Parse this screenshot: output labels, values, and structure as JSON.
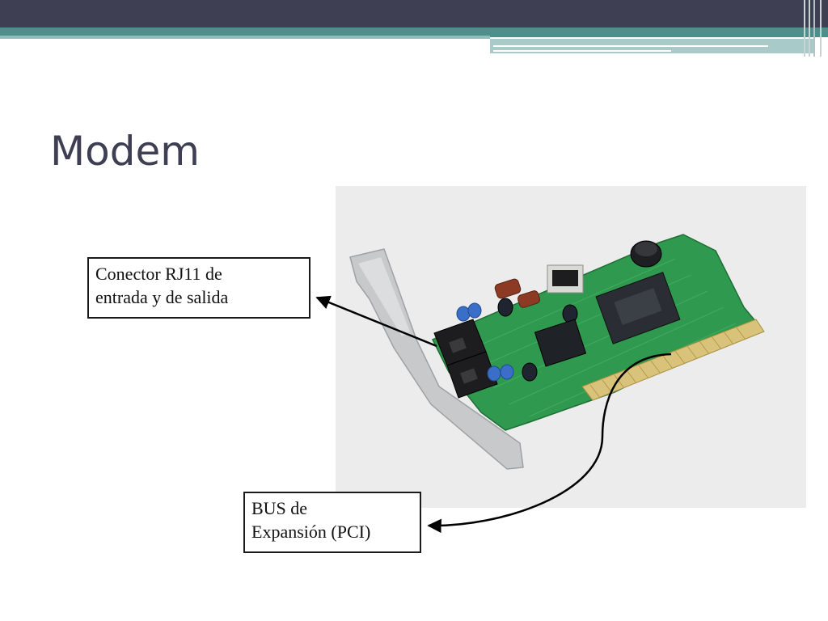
{
  "slide": {
    "title": "Modem"
  },
  "callouts": {
    "rj11": {
      "line1": "Conector RJ11 de",
      "line2": "entrada y de salida"
    },
    "bus": {
      "line1": "BUS de",
      "line2": "Expansión (PCI)"
    }
  },
  "colors": {
    "header_dark": "#3e3f52",
    "header_teal": "#4e8e8b",
    "title_text": "#3e3f52",
    "pcb_green": "#2f9a4f"
  }
}
